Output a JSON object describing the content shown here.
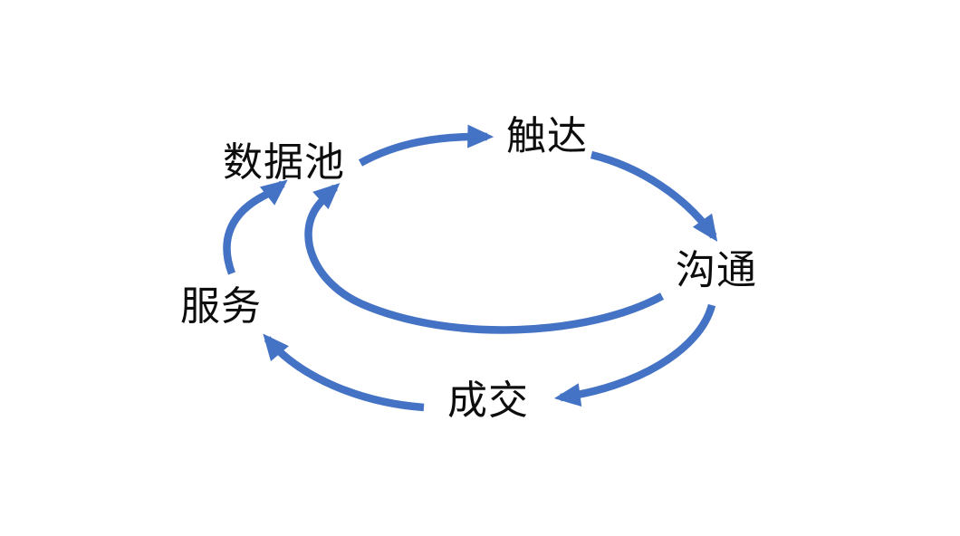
{
  "page": {
    "background_color": "#ffffff"
  },
  "diagram": {
    "type": "cycle-flow",
    "arrow_color": "#4472C4",
    "text_color": "#0d0d0d",
    "nodes": [
      {
        "id": "data-pool",
        "label": "数据池"
      },
      {
        "id": "reach",
        "label": "触达"
      },
      {
        "id": "communication",
        "label": "沟通"
      },
      {
        "id": "deal",
        "label": "成交"
      },
      {
        "id": "service",
        "label": "服务"
      }
    ],
    "flows": [
      {
        "from": "数据池",
        "to": "触达"
      },
      {
        "from": "触达",
        "to": "沟通"
      },
      {
        "from": "沟通",
        "to": "成交"
      },
      {
        "from": "成交",
        "to": "服务"
      },
      {
        "from": "服务",
        "to": "数据池"
      },
      {
        "from": "沟通",
        "to": "数据池"
      }
    ]
  }
}
